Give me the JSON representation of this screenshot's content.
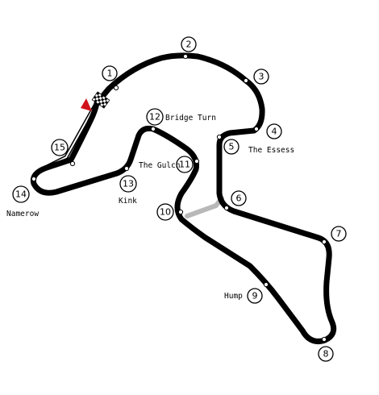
{
  "map": {
    "colors": {
      "track": "#000000",
      "background": "#ffffff",
      "chicane": "#b8b8b8",
      "start_flag": "#d0121b"
    },
    "start_finish": {
      "icon": "checkered-flag-icon"
    },
    "turns": [
      {
        "number": "1",
        "name": ""
      },
      {
        "number": "2",
        "name": ""
      },
      {
        "number": "3",
        "name": ""
      },
      {
        "number": "4",
        "name": "The Essess"
      },
      {
        "number": "5",
        "name": ""
      },
      {
        "number": "6",
        "name": ""
      },
      {
        "number": "7",
        "name": ""
      },
      {
        "number": "8",
        "name": ""
      },
      {
        "number": "9",
        "name": "Hump"
      },
      {
        "number": "10",
        "name": ""
      },
      {
        "number": "11",
        "name": "The Gulch"
      },
      {
        "number": "12",
        "name": "Bridge Turn"
      },
      {
        "number": "13",
        "name": "Kink"
      },
      {
        "number": "14",
        "name": "Namerow"
      },
      {
        "number": "15",
        "name": ""
      }
    ]
  }
}
